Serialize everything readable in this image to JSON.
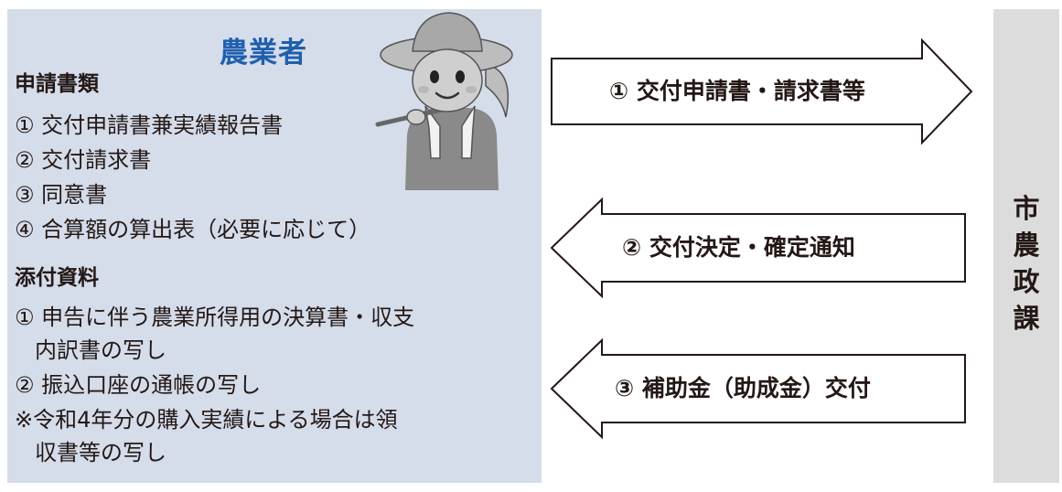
{
  "farmer": {
    "title": "農業者",
    "docs_heading": "申請書類",
    "docs": [
      "① 交付申請書兼実績報告書",
      "② 交付請求書",
      "③ 同意書",
      "④ 合算額の算出表（必要に応じて）"
    ],
    "attach_heading": "添付資料",
    "attach": [
      "① 申告に伴う農業所得用の決算書・収支",
      "内訳書の写し",
      "② 振込口座の通帳の写し",
      "※令和4年分の購入実績による場合は領",
      "収書等の写し"
    ]
  },
  "office": {
    "chars": [
      "市",
      "農",
      "政",
      "課"
    ]
  },
  "flows": [
    {
      "label": "① 交付申請書・請求書等",
      "direction": "right"
    },
    {
      "label": "② 交付決定・確定通知",
      "direction": "left"
    },
    {
      "label": "③ 補助金（助成金）交付",
      "direction": "left"
    }
  ],
  "colors": {
    "panel": "#d5dcea",
    "title": "#1f5fae",
    "office": "#dcdcdc"
  }
}
